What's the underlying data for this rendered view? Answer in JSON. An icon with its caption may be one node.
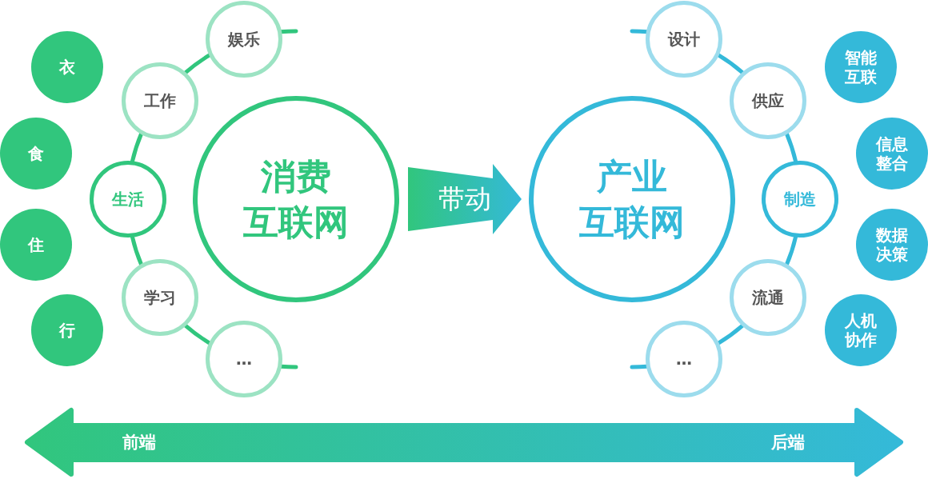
{
  "diagram": {
    "nodes": [
      {
        "text": [
          "衣"
        ]
      },
      {
        "text": [
          "食"
        ]
      },
      {
        "text": [
          "住"
        ]
      },
      {
        "text": [
          "行"
        ]
      },
      {
        "text": [
          "娱乐"
        ]
      },
      {
        "text": [
          "工作"
        ]
      },
      {
        "text": [
          "生活"
        ]
      },
      {
        "text": [
          "学习"
        ]
      },
      {
        "text": [
          "…"
        ]
      },
      {
        "text": [
          "消费互联网"
        ]
      },
      {
        "text": [
          "产业互联网"
        ]
      },
      {
        "text": [
          "设计"
        ]
      },
      {
        "text": [
          "供应"
        ]
      },
      {
        "text": [
          "制造"
        ]
      },
      {
        "text": [
          "流通"
        ]
      },
      {
        "text": [
          "…"
        ]
      },
      {
        "text": [
          "智能互联"
        ]
      },
      {
        "text": [
          "信息整合"
        ]
      },
      {
        "text": [
          "数据决策"
        ]
      },
      {
        "text": [
          "人机协作"
        ]
      }
    ],
    "edges": [
      {
        "from": 4,
        "to": 5,
        "arrow": "none"
      },
      {
        "from": 5,
        "to": 6,
        "arrow": "none"
      },
      {
        "from": 6,
        "to": 7,
        "arrow": "none"
      },
      {
        "from": 7,
        "to": 8,
        "arrow": "none"
      },
      {
        "from": 4,
        "to": null,
        "arrow": "none"
      },
      {
        "from": 8,
        "to": null,
        "arrow": "none"
      },
      {
        "from": 9,
        "to": 10,
        "arrow": "to",
        "label": "带动"
      },
      {
        "from": 11,
        "to": 12,
        "arrow": "none",
        "color": "#34b9d9"
      },
      {
        "from": 12,
        "to": 13,
        "arrow": "none",
        "color": "#34b9d9"
      },
      {
        "from": 13,
        "to": 14,
        "arrow": "none",
        "color": "#34b9d9"
      },
      {
        "from": 14,
        "to": 15,
        "arrow": "none",
        "color": "#34b9d9"
      },
      {
        "from": 11,
        "to": null,
        "arrow": "none",
        "color": "#34b9d9"
      },
      {
        "from": 15,
        "to": null,
        "arrow": "none",
        "color": "#34b9d9"
      }
    ],
    "labels": [
      "前端",
      "后端"
    ]
  }
}
